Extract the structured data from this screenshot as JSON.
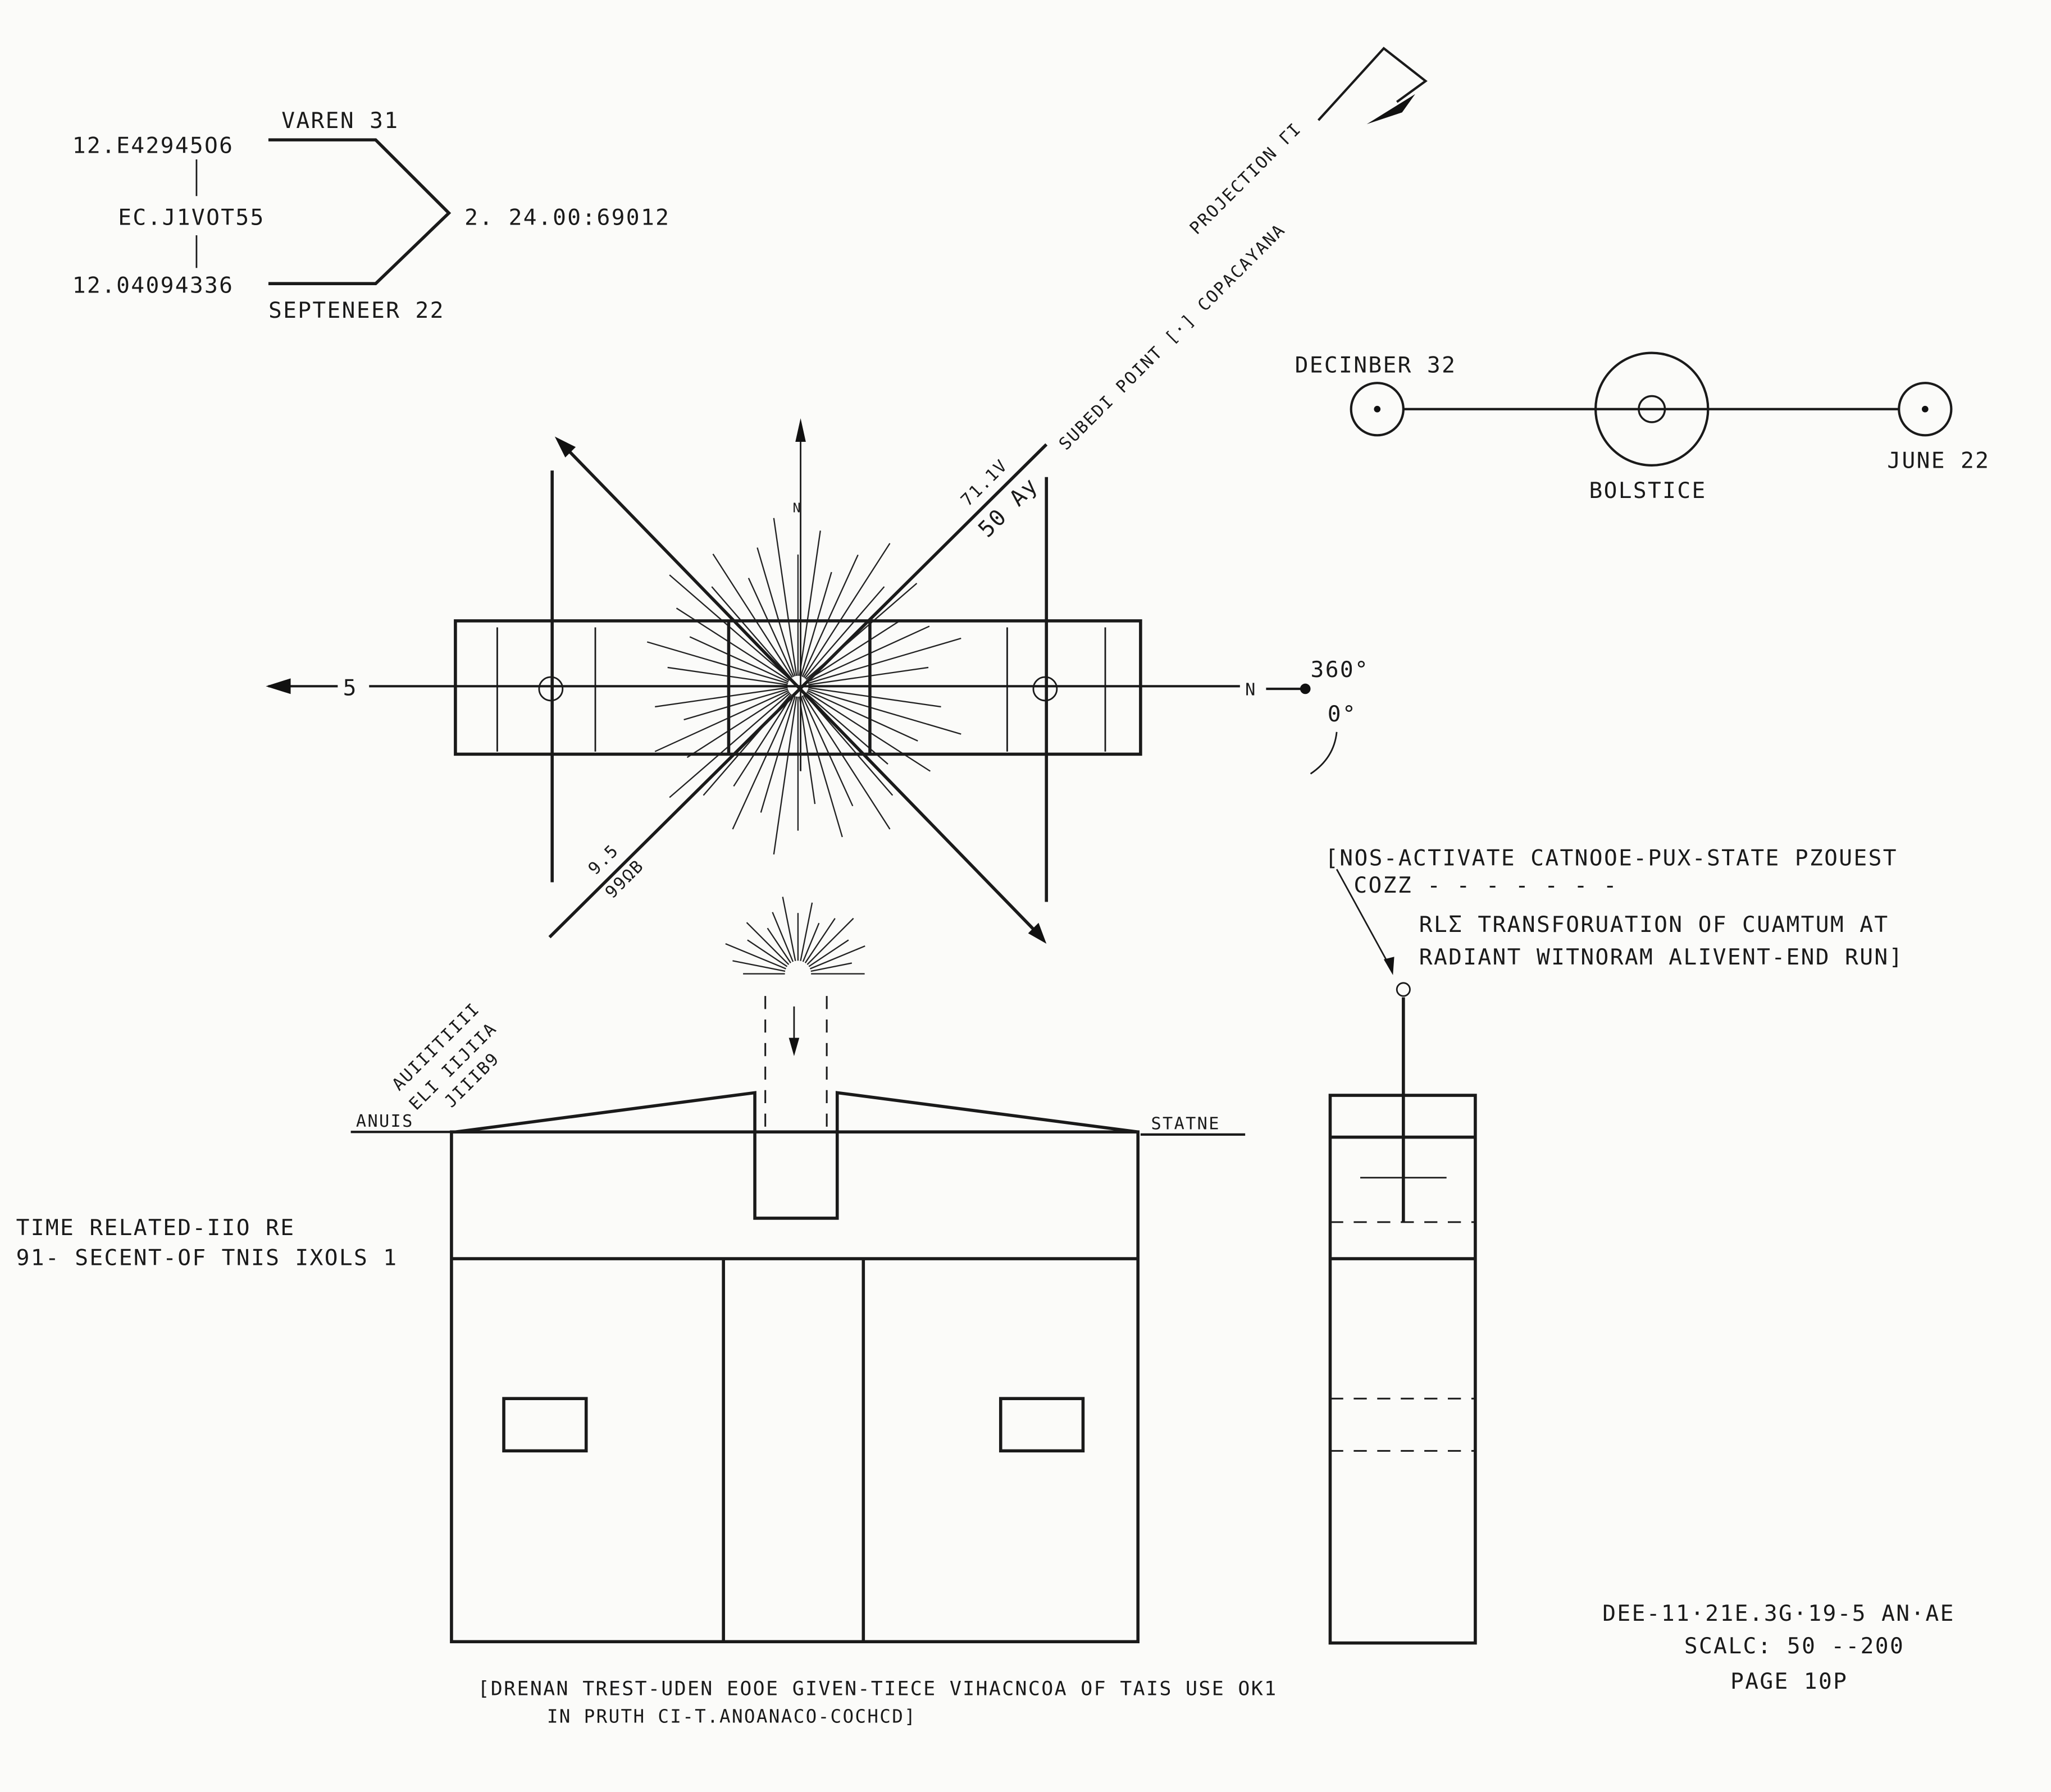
{
  "equinox": {
    "top_value": "12.E42945O6",
    "top_date": "VAREN 31",
    "label": "EC.J1VOT55",
    "bottom_value": "12.04094336",
    "bottom_date": "SEPTENEER 22",
    "result": "2. 24.00:69012"
  },
  "projection": {
    "label_top": "PROJECTION ᒥI",
    "label_bottom": "SUBEDI POINT [·] COPACAYANA",
    "ne_label_1": "71.1V",
    "ne_label_2": "50 Ay",
    "sw_label_1": "9.5",
    "sw_label_2": "99ΩB",
    "sw_label_3": "AUIIITIIII",
    "sw_label_4": "ELI IIJIIA",
    "sw_label_5": "JIIIB9"
  },
  "compass": {
    "north_label": "N",
    "west_label": "5",
    "east_label": "N",
    "deg_360": "360°",
    "deg_0": "0°"
  },
  "solstice": {
    "december": "DECINBER 32",
    "center": "BOLSTICE",
    "june": "JUNE 22"
  },
  "building": {
    "left_label": "ANUIS",
    "right_label": "STATNE",
    "side_note_line1": "TIME RELATED-IIO RE",
    "side_note_line2": "91- SECENT-OF TNIS IXOLS 1"
  },
  "annotation": {
    "line1": "[NOS-ACTIVATE CATNOOE-PUX-STATE PZOUEST",
    "line2": "COZZ - - - - - - -",
    "line3": "RLΣ TRANSFORUATION OF CUAMTUM AT",
    "line4": "RADIANT WITNORAM ALIVENT-END RUN]"
  },
  "footer_note": {
    "line1": "[DRENAN TREST-UDEN EOOE GIVEN-TIECE VIHACNCOA OF TAIS USE OK1",
    "line2": "IN PRUTH CI-T.ANOANACO-COCHCD]"
  },
  "stamp": {
    "line1": "DEE-11·21E.3G·19-5 AN·AE",
    "line2": "SCALC: 50 --200",
    "line3": "PAGE 10P"
  }
}
